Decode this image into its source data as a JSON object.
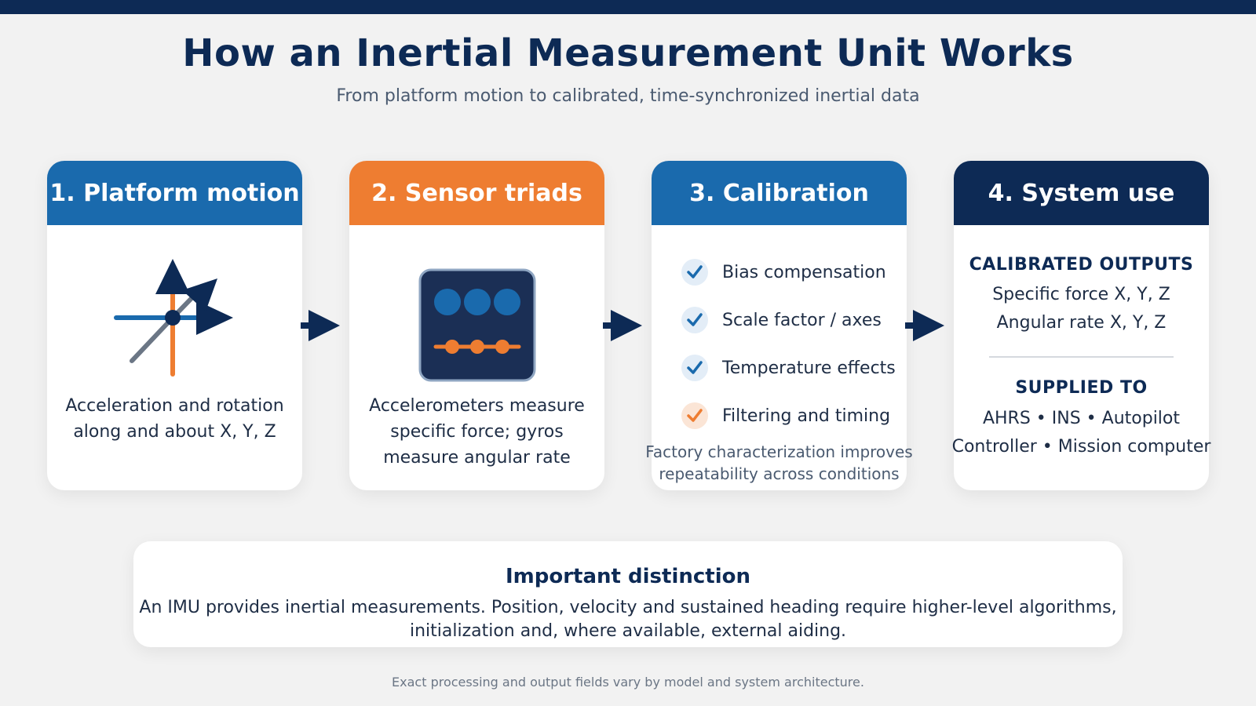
{
  "header": {
    "title": "How an Inertial Measurement Unit Works",
    "subtitle": "From platform motion to calibrated, time-synchronized inertial data"
  },
  "colors": {
    "navy": "#0d2a55",
    "blue": "#1a6aad",
    "orange": "#ee7d31",
    "background": "#f2f2f2"
  },
  "steps": [
    {
      "title": "1. Platform motion",
      "icon": "axes-motion-icon",
      "description_lines": [
        "Acceleration and rotation",
        "along and about X, Y, Z"
      ]
    },
    {
      "title": "2. Sensor triads",
      "icon": "sensor-chip-icon",
      "description_lines": [
        "Accelerometers measure",
        "specific force; gyros",
        "measure angular rate"
      ]
    },
    {
      "title": "3. Calibration",
      "items": [
        {
          "label": "Bias compensation",
          "icon": "check-icon"
        },
        {
          "label": "Scale factor / axes",
          "icon": "check-icon"
        },
        {
          "label": "Temperature effects",
          "icon": "check-icon"
        },
        {
          "label": "Filtering and timing",
          "icon": "check-icon"
        }
      ],
      "note_lines": [
        "Factory characterization improves",
        "repeatability across conditions"
      ]
    },
    {
      "title": "4. System use",
      "outputs_heading": "CALIBRATED OUTPUTS",
      "outputs": [
        "Specific force X, Y, Z",
        "Angular rate X, Y, Z"
      ],
      "supplied_heading": "SUPPLIED TO",
      "supplied": [
        "AHRS • INS • Autopilot",
        "Controller • Mission computer"
      ]
    }
  ],
  "distinction": {
    "title": "Important distinction",
    "lines": [
      "An IMU provides inertial measurements. Position, velocity and sustained heading require higher-level algorithms,",
      "initialization and, where available, external aiding."
    ]
  },
  "footnote": "Exact processing and output fields vary by model and system architecture."
}
